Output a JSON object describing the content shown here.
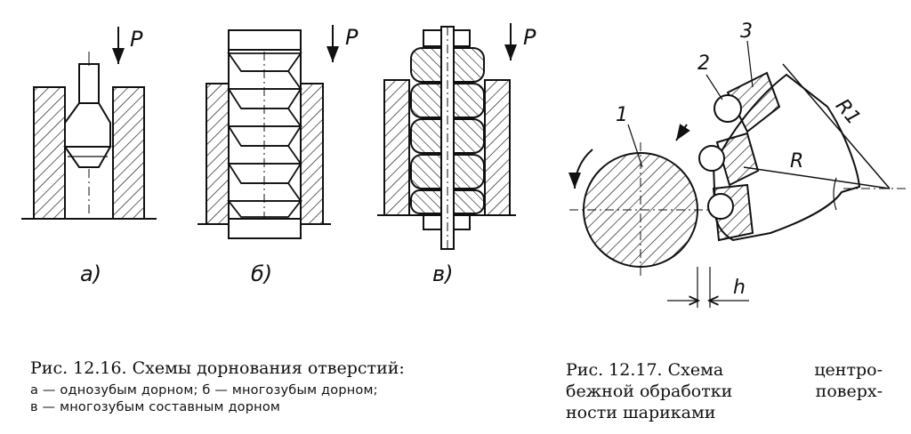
{
  "figure_12_16": {
    "force_label": "P",
    "subfigure_labels": [
      "а)",
      "б)",
      "в)"
    ],
    "caption_title": "Рис. 12.16. Схемы дорнования отверстий:",
    "caption_line_1": "а — однозубым дорном; б — многозубым дорном;",
    "caption_line_2": "в — многозубым составным дорном"
  },
  "figure_12_17": {
    "part_labels": [
      "1",
      "2",
      "3"
    ],
    "radius_label": "R",
    "radius1_label": "R1",
    "depth_label": "h",
    "caption_line_1a": "Рис. 12.17. Схема",
    "caption_line_1b": "центро-",
    "caption_line_2a": "бежной обработки",
    "caption_line_2b": "поверх-",
    "caption_line_3": "ности шариками"
  }
}
